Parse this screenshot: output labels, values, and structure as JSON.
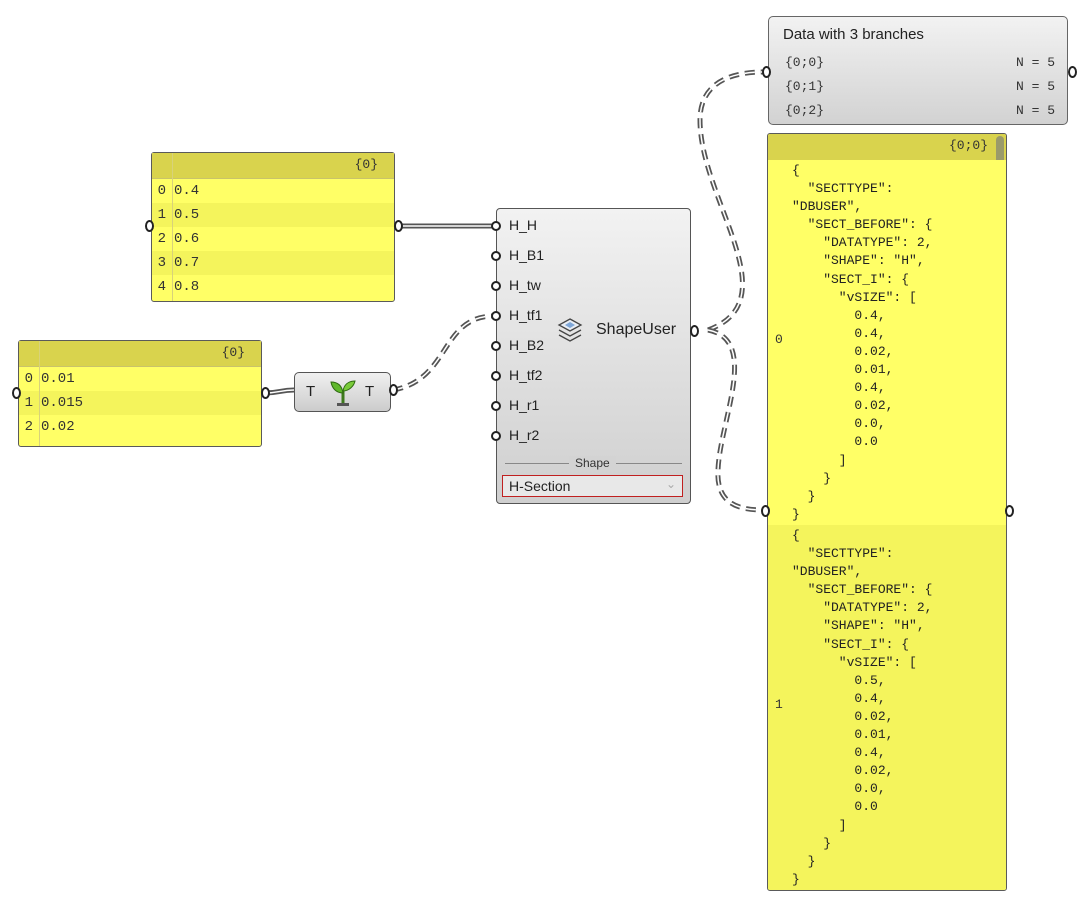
{
  "panel_h": {
    "header": "{0}",
    "rows": [
      {
        "index": "0",
        "value": "0.4"
      },
      {
        "index": "1",
        "value": "0.5"
      },
      {
        "index": "2",
        "value": "0.6"
      },
      {
        "index": "3",
        "value": "0.7"
      },
      {
        "index": "4",
        "value": "0.8"
      }
    ]
  },
  "panel_tf": {
    "header": "{0}",
    "rows": [
      {
        "index": "0",
        "value": "0.01"
      },
      {
        "index": "1",
        "value": "0.015"
      },
      {
        "index": "2",
        "value": "0.02"
      }
    ]
  },
  "relay": {
    "input_label": "T",
    "output_label": "T",
    "icon": "sprout-icon"
  },
  "component": {
    "name": "ShapeUser",
    "icon": "layers-icon",
    "inputs": [
      "H_H",
      "H_B1",
      "H_tw",
      "H_tf1",
      "H_B2",
      "H_tf2",
      "H_r1",
      "H_r2"
    ],
    "shape_label": "Shape",
    "shape_value": "H-Section"
  },
  "viewer": {
    "title": "Data with 3 branches",
    "branches": [
      {
        "path": "{0;0}",
        "count": "N = 5"
      },
      {
        "path": "{0;1}",
        "count": "N = 5"
      },
      {
        "path": "{0;2}",
        "count": "N = 5"
      }
    ]
  },
  "json_panel": {
    "header": "{0;0}",
    "items": [
      {
        "index": "0",
        "text": "{\n  \"SECTTYPE\":\n\"DBUSER\",\n  \"SECT_BEFORE\": {\n    \"DATATYPE\": 2,\n    \"SHAPE\": \"H\",\n    \"SECT_I\": {\n      \"vSIZE\": [\n        0.4,\n        0.4,\n        0.02,\n        0.01,\n        0.4,\n        0.02,\n        0.0,\n        0.0\n      ]\n    }\n  }\n}"
      },
      {
        "index": "1",
        "text": "{\n  \"SECTTYPE\":\n\"DBUSER\",\n  \"SECT_BEFORE\": {\n    \"DATATYPE\": 2,\n    \"SHAPE\": \"H\",\n    \"SECT_I\": {\n      \"vSIZE\": [\n        0.5,\n        0.4,\n        0.02,\n        0.01,\n        0.4,\n        0.02,\n        0.0,\n        0.0\n      ]\n    }\n  }\n}"
      }
    ]
  }
}
